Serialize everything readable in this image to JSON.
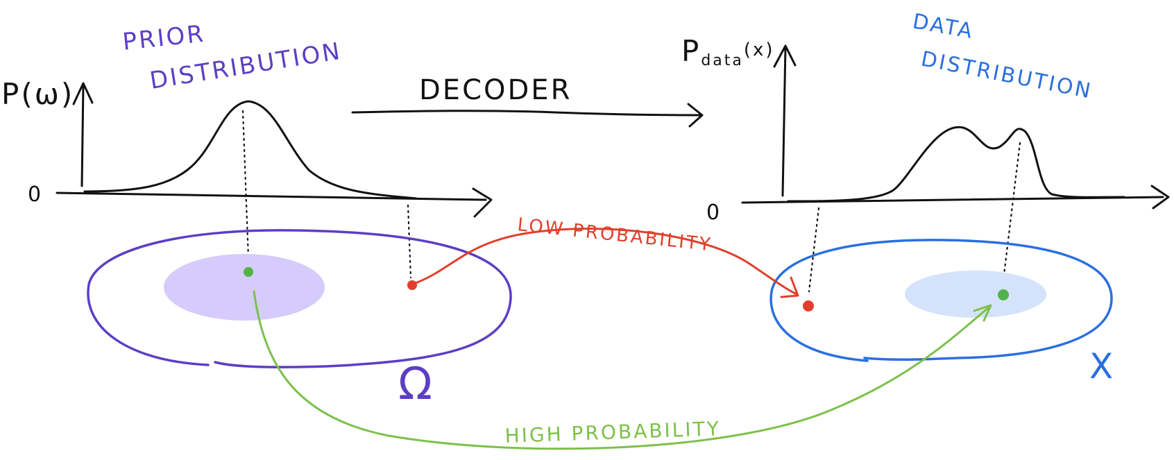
{
  "labels": {
    "prior_title_line1": "PRIOR",
    "prior_title_line2": "DISTRIBUTION",
    "prior_axis": "P(ω)",
    "prior_origin": "0",
    "decoder": "DECODER",
    "data_axis": "P",
    "data_axis_sub": "data",
    "data_axis_arg": "(x)",
    "data_title_line1": "DATA",
    "data_title_line2": "DISTRIBUTION",
    "data_origin": "0",
    "low_probability": "LOW PROBABILITY",
    "high_probability": "HIGH PROBABILITY",
    "omega_symbol": "Ω",
    "x_symbol": "X"
  },
  "colors": {
    "ink": "#111111",
    "prior": "#5b3fc4",
    "prior_fill": "#d6ccfb",
    "data": "#2a6fe0",
    "data_fill": "#d4e3fa",
    "low": "#e0402b",
    "high": "#7cc04a",
    "point_green": "#4fb34a"
  }
}
